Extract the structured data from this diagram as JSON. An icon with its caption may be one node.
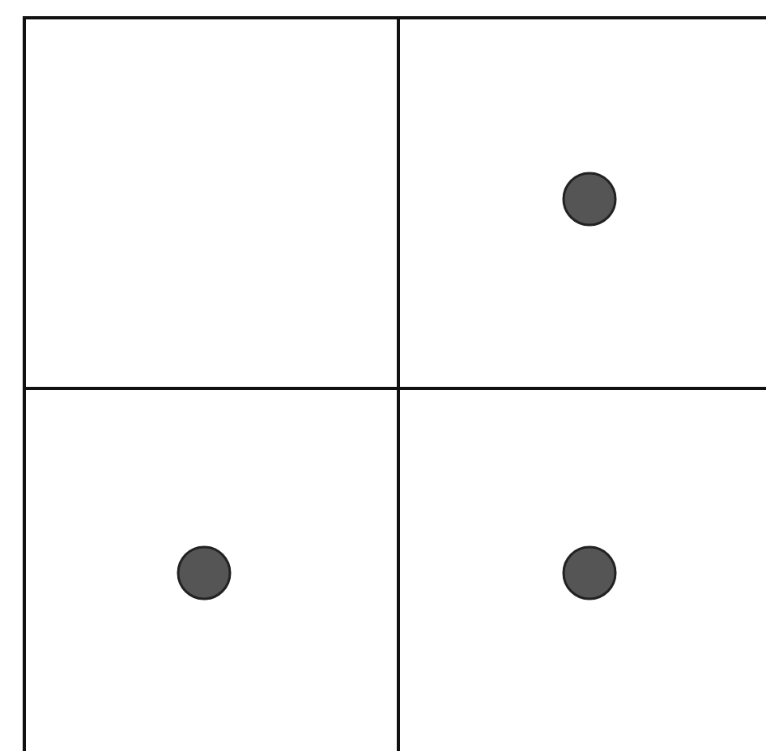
{
  "diagram": {
    "nodes": [
      {
        "text": [],
        "shape": "box"
      },
      {
        "text": [],
        "shape": "box"
      },
      {
        "text": [],
        "shape": "circle",
        "in": 1
      },
      {
        "text": [],
        "shape": "box"
      },
      {
        "text": [],
        "shape": "circle",
        "in": 3
      },
      {
        "text": [],
        "shape": "box"
      },
      {
        "text": [],
        "shape": "circle",
        "in": 5
      }
    ]
  }
}
